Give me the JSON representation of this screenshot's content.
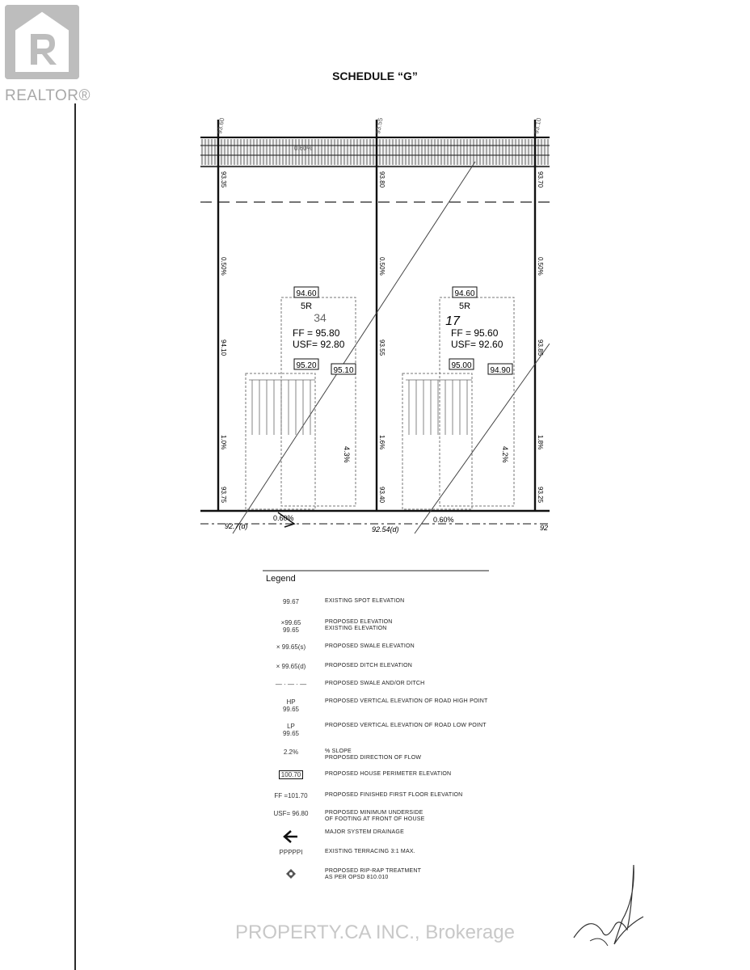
{
  "realtor": {
    "logo_text": "REALTOR®"
  },
  "page": {
    "title": "SCHEDULE “G”"
  },
  "plan": {
    "top_elevations": [
      "93.60",
      "93.55",
      "93.10"
    ],
    "top_grade": [
      "93.35",
      "93.80",
      "93.70"
    ],
    "bottom_grade": [
      "93.75",
      "93.40",
      "93.25"
    ],
    "slopes_top": [
      "0.50%",
      "0.50%",
      "0.50%"
    ],
    "slopes_bottom": [
      "1.0%",
      "1.6%",
      "1.8%"
    ],
    "side_values": [
      "94.10",
      "93.55",
      "93.85"
    ],
    "lot34": {
      "perimeter_top": "94.60",
      "type": "5R",
      "lot_number": "34",
      "ff": "FF = 95.80",
      "usf": "USF= 92.80",
      "front_left": "95.20",
      "front_right": "95.10",
      "slope": "4.3%"
    },
    "lot17": {
      "perimeter_top": "94.60",
      "type": "5R",
      "lot_number": "17",
      "ff": "FF = 95.60",
      "usf": "USF= 92.60",
      "front_left": "95.00",
      "front_right": "94.90",
      "slope": "4.2%"
    },
    "ditch": {
      "left_elev": "92.7(d)",
      "left_slope": "0.60%",
      "mid_elev": "92.54(d)",
      "mid_slope": "0.60%",
      "right_elev": "92"
    },
    "top_slope": "0.60%"
  },
  "legend": {
    "title": "Legend",
    "items": [
      {
        "symbol": "99.67",
        "desc": "EXISTING SPOT ELEVATION"
      },
      {
        "symbol": "×99.65\n99.65",
        "desc": "PROPOSED ELEVATION\nEXISTING ELEVATION"
      },
      {
        "symbol": "× 99.65(s)",
        "desc": "PROPOSED SWALE ELEVATION"
      },
      {
        "symbol": "× 99.65(d)",
        "desc": "PROPOSED DITCH ELEVATION"
      },
      {
        "symbol": "— · — · —",
        "desc": "PROPOSED SWALE AND/OR DITCH"
      },
      {
        "symbol": "HP\n99.65",
        "desc": "PROPOSED VERTICAL ELEVATION OF ROAD HIGH POINT"
      },
      {
        "symbol": "LP\n99.65",
        "desc": "PROPOSED VERTICAL ELEVATION OF ROAD LOW POINT"
      },
      {
        "symbol": "2.2%",
        "desc": "% SLOPE\nPROPOSED DIRECTION OF FLOW"
      },
      {
        "symbol": "100.70",
        "desc": "PROPOSED HOUSE PERIMETER ELEVATION"
      },
      {
        "symbol": "FF =101.70",
        "desc": "PROPOSED FINISHED FIRST FLOOR ELEVATION"
      },
      {
        "symbol": "USF= 96.80",
        "desc": "PROPOSED MINIMUM UNDERSIDE\nOF FOOTING AT FRONT OF HOUSE"
      },
      {
        "symbol": "arrow-icon",
        "desc": "MAJOR SYSTEM DRAINAGE"
      },
      {
        "symbol": "PPPPPI",
        "desc": "EXISTING TERRACING 3:1 MAX."
      },
      {
        "symbol": "rip-rap-icon",
        "desc": "PROPOSED RIP-RAP TREATMENT\nAS PER OPSD 810.010"
      }
    ]
  },
  "watermark": {
    "text": "PROPERTY.CA INC., Brokerage"
  }
}
